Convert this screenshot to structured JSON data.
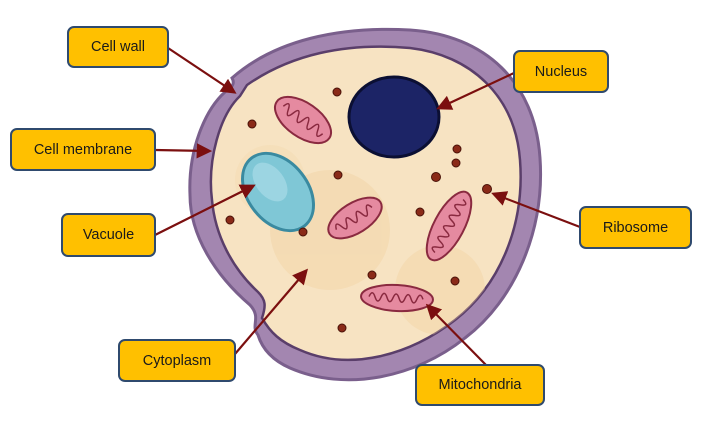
{
  "diagram": {
    "labels": {
      "cell_wall": "Cell wall",
      "cell_membrane": "Cell membrane",
      "vacuole": "Vacuole",
      "cytoplasm": "Cytoplasm",
      "nucleus": "Nucleus",
      "ribosome": "Ribosome",
      "mitochondria": "Mitochondria"
    },
    "colors": {
      "label_fill": "#ffc000",
      "label_border": "#2f4a6e",
      "arrow": "#7b0f0f",
      "cell_wall": "#a386b0",
      "cytoplasm": "#f7e3c2",
      "nucleus": "#1c2466",
      "vacuole": "#7fc7d6",
      "mitochondria": "#e58aa0",
      "ribosome": "#8a2a18"
    }
  }
}
